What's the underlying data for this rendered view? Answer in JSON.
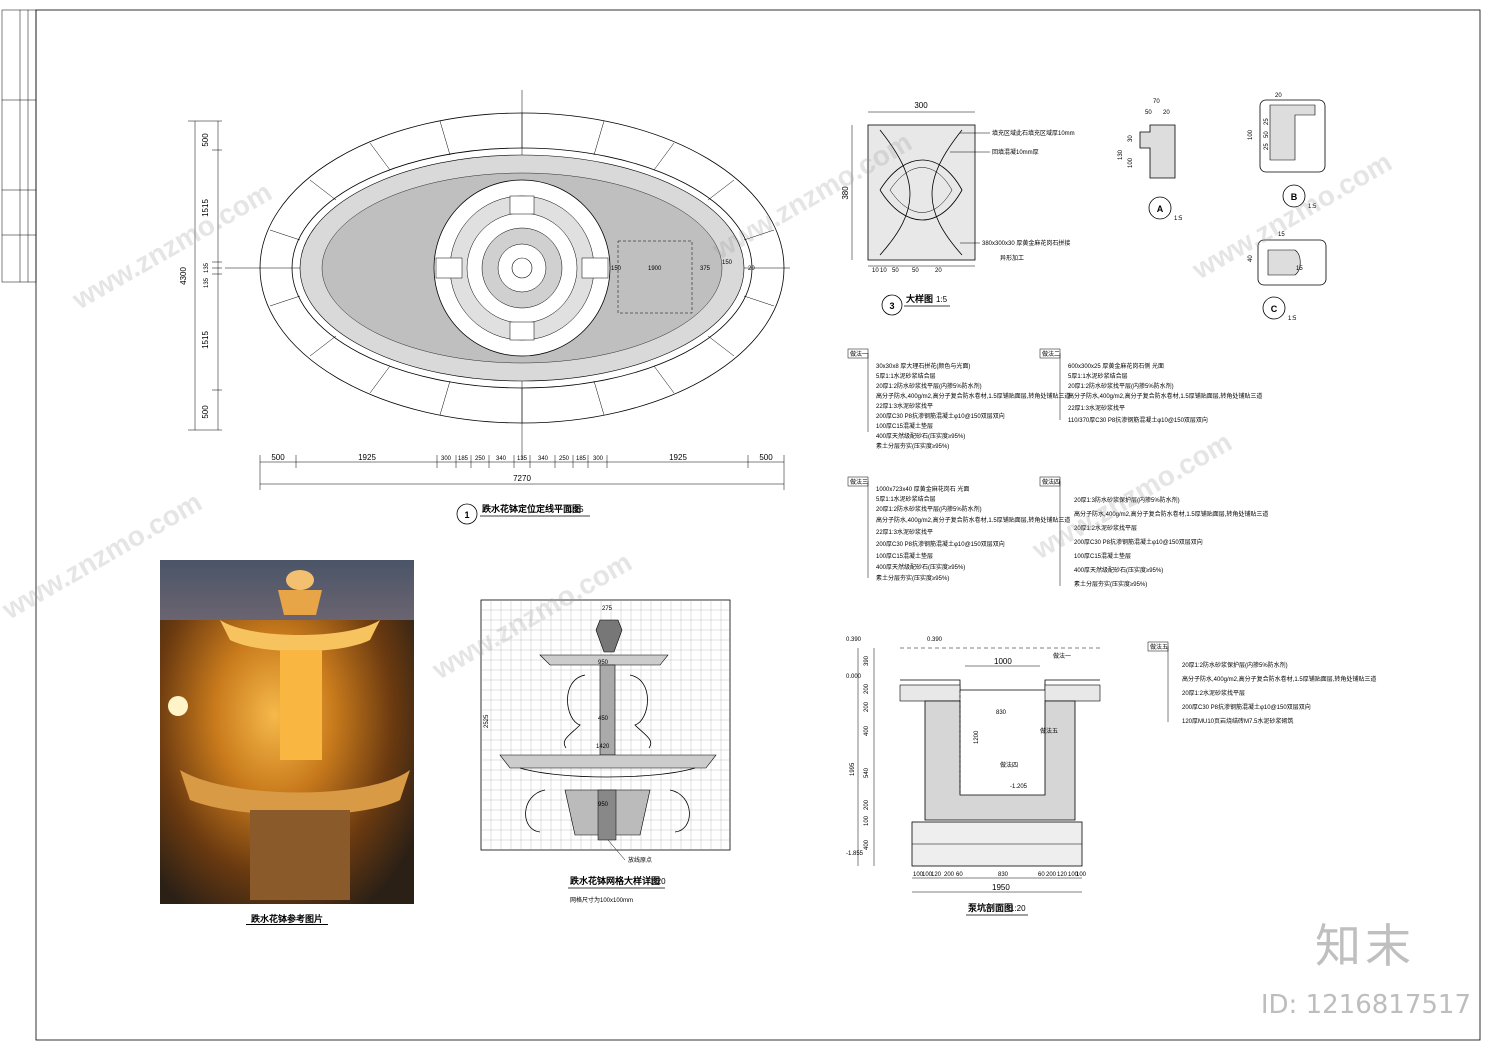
{
  "plan": {
    "title": "跌水花钵定位定线平面图",
    "scale": "1:25",
    "index": "1",
    "dims_bottom": [
      "500",
      "1925",
      "300",
      "185",
      "250",
      "340",
      "135",
      "340",
      "250",
      "185",
      "300",
      "1925",
      "500"
    ],
    "total": "7270",
    "dims_left": [
      "500",
      "1515",
      "135",
      "135",
      "1515",
      "500"
    ],
    "height_total": "4300",
    "dims_right": [
      "150",
      "1900",
      "375",
      "150",
      "20"
    ]
  },
  "detail3": {
    "index": "3",
    "title": "大样图",
    "scale": "1:5",
    "width": "300",
    "height": "380",
    "notes": [
      "填充区域此石填充区域厚10mm",
      "回填混凝10mm厚",
      "380x300x30 厚黄金麻花岗石拼接",
      "异形加工"
    ],
    "bottom_dims": [
      "10",
      "10",
      "50",
      "50",
      "20"
    ]
  },
  "sections": {
    "a": {
      "letter": "A",
      "scale": "1:5",
      "dims": [
        "70",
        "50",
        "20",
        "30",
        "100",
        "130"
      ]
    },
    "b": {
      "letter": "B",
      "scale": "1:5",
      "dims": [
        "20",
        "25",
        "50",
        "25",
        "100"
      ]
    },
    "c": {
      "letter": "C",
      "scale": "1:5",
      "dims": [
        "15",
        "40",
        "15"
      ]
    }
  },
  "spec1": {
    "tag": "做法一",
    "lines": [
      "30x30x8 厚大理石拼花(颜色与光面)",
      "5厚1:1水泥砂浆结合层",
      "20厚1:2防水砂浆找平层(内掺5%防水剂)",
      "高分子防水,400g/m2,高分子复合防水卷材,1.5厚铺贴面层,转角处铺贴三道",
      "22厚1:3水泥砂浆找平",
      "200厚C30 P8抗渗钢筋混凝土φ10@150双层双向",
      "100厚C15混凝土垫层",
      "400厚天然级配砂石(压实度≥95%)",
      "素土分层夯实(压实度≥95%)"
    ]
  },
  "spec2": {
    "tag": "做法二",
    "lines": [
      "600x300x25 厚黄金麻花岗石侧 光面",
      "5厚1:1水泥砂浆结合层",
      "20厚1:2防水砂浆找平层(内掺5%防水剂)",
      "高分子防水,400g/m2,高分子复合防水卷材,1.5厚铺贴面层,转角处铺贴三道",
      "22厚1:3水泥砂浆找平",
      "110/370厚C30 P8抗渗钢筋混凝土φ10@150双层双向"
    ]
  },
  "spec3": {
    "tag": "做法三",
    "lines": [
      "1000x723x40 厚黄金麻花岗石 光面",
      "5厚1:1水泥砂浆结合层",
      "20厚1:2防水砂浆找平层(内掺5%防水剂)",
      "高分子防水,400g/m2,高分子复合防水卷材,1.5厚铺贴面层,转角处铺贴三道",
      "22厚1:3水泥砂浆找平",
      "200厚C30 P8抗渗钢筋混凝土φ10@150双层双向",
      "100厚C15混凝土垫层",
      "400厚天然级配砂石(压实度≥95%)",
      "素土分层夯实(压实度≥95%)"
    ]
  },
  "spec4": {
    "tag": "做法四",
    "lines": [
      "20厚1:3防水砂浆保护层(内掺5%防水剂)",
      "高分子防水,400g/m2,高分子复合防水卷材,1.5厚铺贴面层,转角处铺贴三道",
      "20厚1:2水泥砂浆找平层",
      "200厚C30 P8抗渗钢筋混凝土φ10@150双层双向",
      "100厚C15混凝土垫层",
      "400厚天然级配砂石(压实度≥95%)",
      "素土分层夯实(压实度≥95%)"
    ]
  },
  "spec5": {
    "tag": "做法五",
    "lines": [
      "20厚1:2防水砂浆保护层(内掺5%防水剂)",
      "高分子防水,400g/m2,高分子复合防水卷材,1.5厚铺贴面层,转角处铺贴三道",
      "20厚1:2水泥砂浆找平层",
      "200厚C30 P8抗渗钢筋混凝土φ10@150双层双向",
      "120厚MU10页岩烧结砖M7.5水泥砂浆砌筑"
    ]
  },
  "photo": {
    "caption": "跌水花钵参考图片"
  },
  "grid_detail": {
    "title": "跌水花钵网格大样详图",
    "scale": "1:20",
    "note": "网格尺寸为100x100mm",
    "top_dim": "275",
    "height": "2525",
    "inner_dims": [
      "950",
      "450",
      "1420",
      "950"
    ],
    "origin_label": "放线原点"
  },
  "pit": {
    "title": "泵坑剖面图",
    "scale": "1:20",
    "top_width": "1000",
    "inner_width": "830",
    "depth": "1200",
    "tags": [
      "做法一",
      "做法五",
      "做法四"
    ],
    "elev_top": "0.390",
    "elev_mid": "0.000",
    "elev_bot": "-1.855",
    "elev_inner": "-1.205",
    "left_dims": [
      "390",
      "200",
      "200",
      "400",
      "540",
      "200",
      "100",
      "400"
    ],
    "left_total": "1995",
    "bottom_dims": [
      "100",
      "100",
      "120",
      "200",
      "60",
      "830",
      "60",
      "200",
      "120",
      "100",
      "100"
    ],
    "bottom_total": "1950"
  },
  "watermark": {
    "site": "www.znzmo.com",
    "brand": "知末",
    "id": "ID: 1216817517"
  }
}
